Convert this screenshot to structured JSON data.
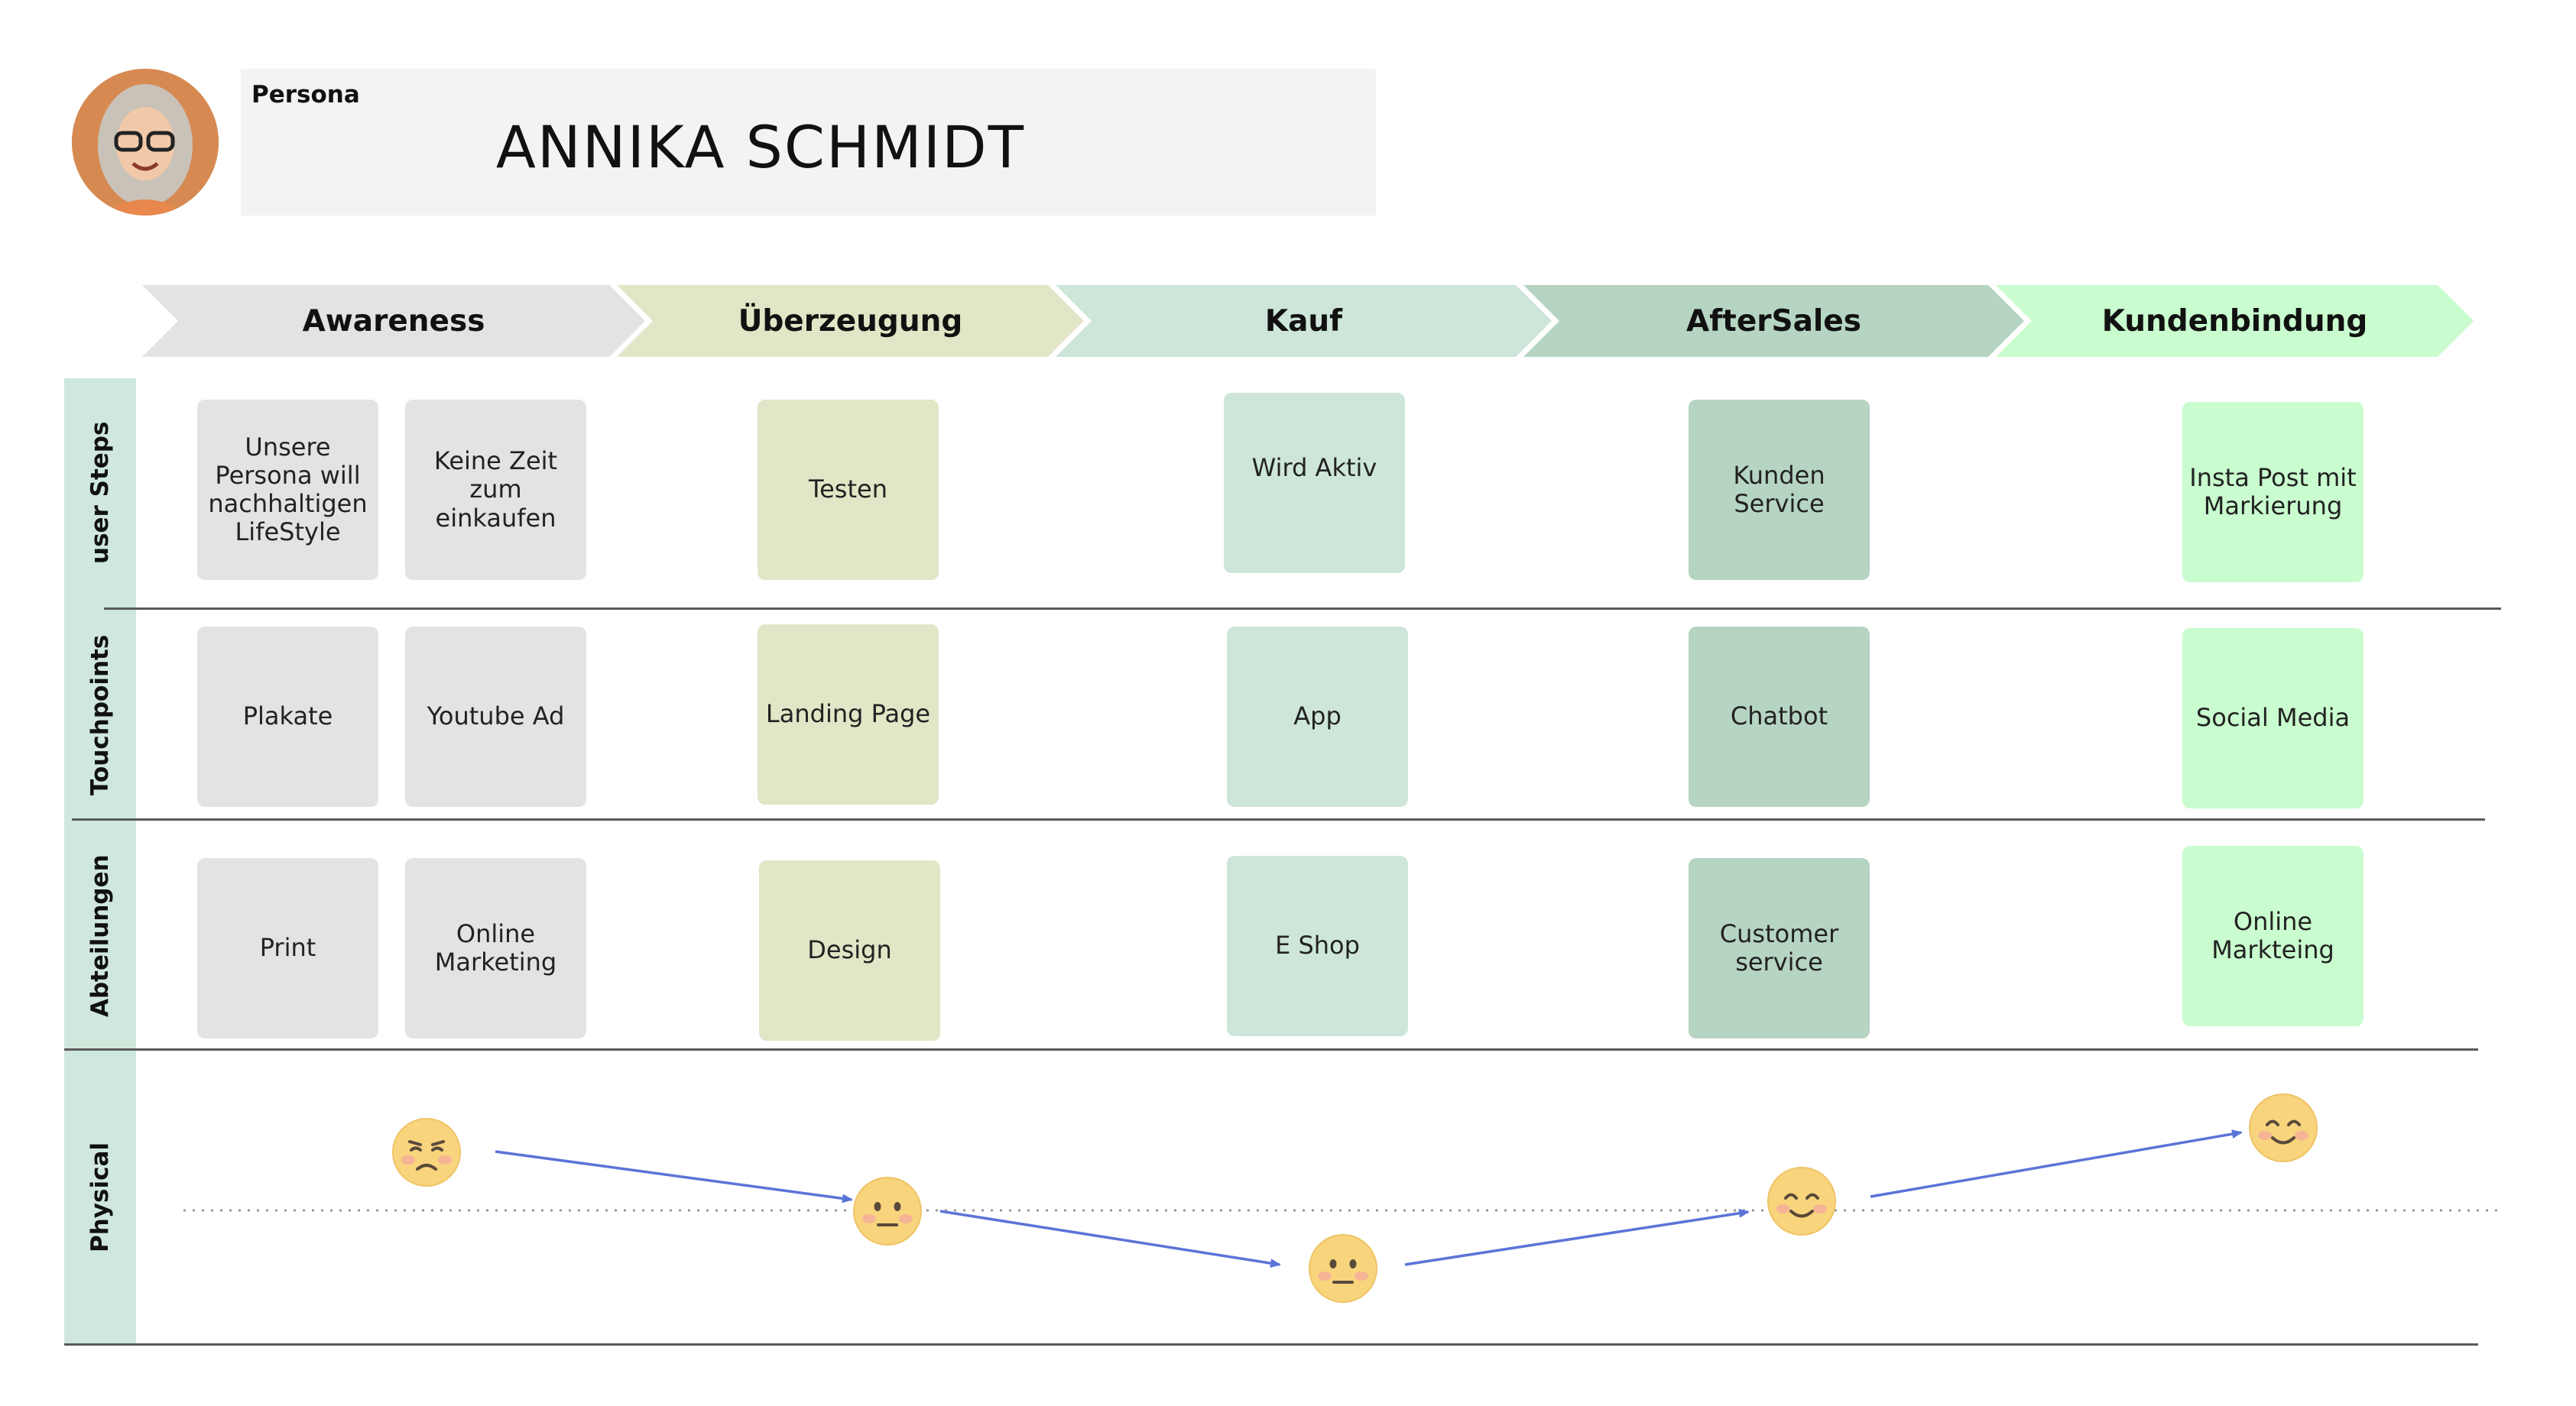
{
  "persona": {
    "label": "Persona",
    "name": "ANNIKA SCHMIDT"
  },
  "phases": [
    {
      "label": "Awareness",
      "color": "#e3e3e3"
    },
    {
      "label": "Überzeugung",
      "color": "#e2e5c6"
    },
    {
      "label": "Kauf",
      "color": "#cde6d9"
    },
    {
      "label": "AfterSales",
      "color": "#b6d4c2"
    },
    {
      "label": "Kundenbindung",
      "color": "#c9fcce"
    }
  ],
  "lanes": {
    "user_steps": "user Steps",
    "touchpoints": "Touchpoints",
    "abteilungen": "Abteilungen",
    "physical": "Physical"
  },
  "cards": {
    "user_steps": {
      "awareness_1": "Unsere Persona will nachhaltigen LifeStyle",
      "awareness_2": "Keine Zeit zum einkaufen",
      "ueberzeugung": "Testen",
      "kauf": "Wird Aktiv",
      "aftersales": "Kunden Service",
      "kundenbindung": "Insta Post mit Markierung"
    },
    "touchpoints": {
      "awareness_1": "Plakate",
      "awareness_2": "Youtube Ad",
      "ueberzeugung": "Landing Page",
      "kauf": "App",
      "aftersales": "Chatbot",
      "kundenbindung": "Social Media"
    },
    "abteilungen": {
      "awareness_1": "Print",
      "awareness_2": "Online Marketing",
      "ueberzeugung": "Design",
      "kauf": "E Shop",
      "aftersales": "Customer service",
      "kundenbindung": "Online Markteing"
    }
  },
  "emotions": [
    {
      "phase": "Awareness",
      "mood": "worried",
      "icon": "worried-face-icon"
    },
    {
      "phase": "Überzeugung",
      "mood": "neutral",
      "icon": "neutral-face-icon"
    },
    {
      "phase": "Kauf",
      "mood": "neutral",
      "icon": "neutral-face-icon"
    },
    {
      "phase": "AfterSales",
      "mood": "happy",
      "icon": "smiling-face-icon"
    },
    {
      "phase": "Kundenbindung",
      "mood": "happy",
      "icon": "smiling-face-icon"
    }
  ],
  "colors": {
    "lane_bar": "#cfe7dc",
    "arrow": "#5a74d8",
    "baseline": "#999999",
    "face": "#f8d47d"
  }
}
